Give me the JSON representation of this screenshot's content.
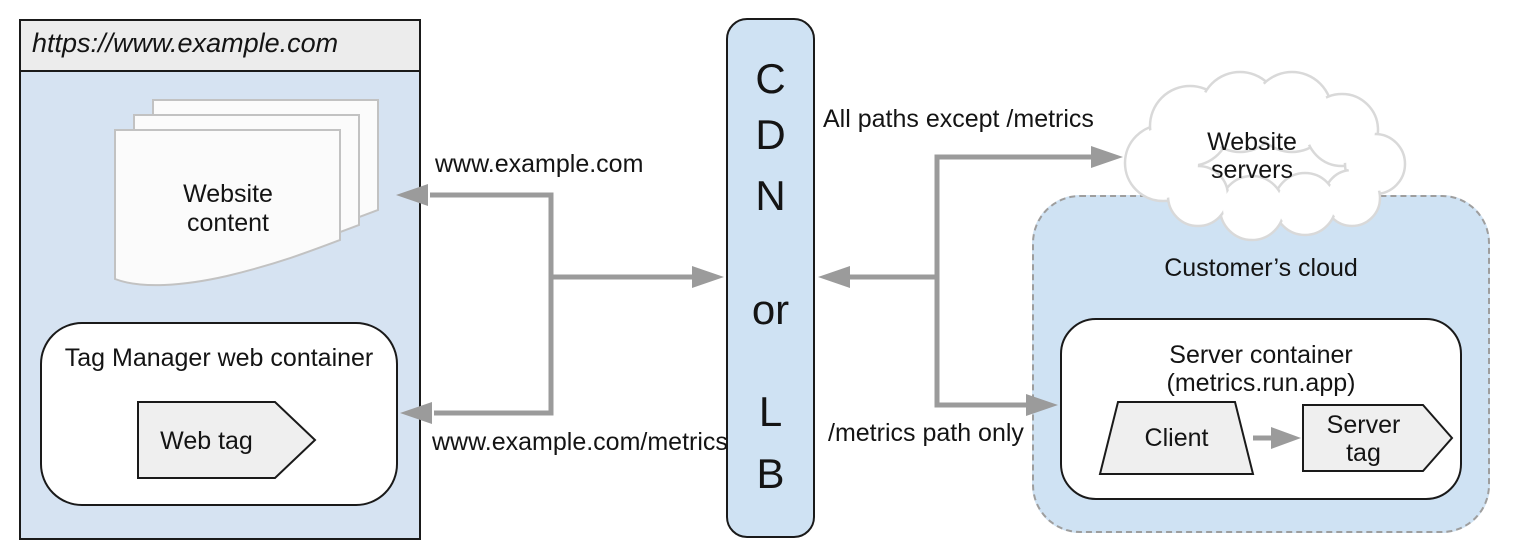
{
  "colors": {
    "light_blue": "#cfe2f3",
    "browser_body_blue": "#d6e3f2",
    "titlebar_gray": "#ececec",
    "shape_gray": "#efefef",
    "page_fill": "#fbfbfb",
    "arrow_gray": "#9b9b9b",
    "outline_dark": "#1a1a1a",
    "cloud_stroke": "#d9d9d9",
    "dashed_border_gray": "#9e9e9e"
  },
  "browser": {
    "title": "https://www.example.com",
    "content_stack_label": "Website\ncontent",
    "tag_container": {
      "title": "Tag Manager web container",
      "web_tag_label": "Web tag"
    }
  },
  "cdn": {
    "letters": [
      "C",
      "D",
      "N"
    ],
    "separator": "or",
    "letters2": [
      "L",
      "B"
    ]
  },
  "routes": {
    "to_website_content": "www.example.com",
    "to_web_container": "www.example.com/metrics",
    "to_website_servers": "All paths except /metrics",
    "to_server_container": "/metrics path only"
  },
  "cloud": {
    "label": "Website\nservers"
  },
  "customer_cloud": {
    "title": "Customer’s cloud",
    "server_container": {
      "title": "Server container\n(metrics.run.app)",
      "client_label": "Client",
      "server_tag_label": "Server\ntag"
    }
  }
}
